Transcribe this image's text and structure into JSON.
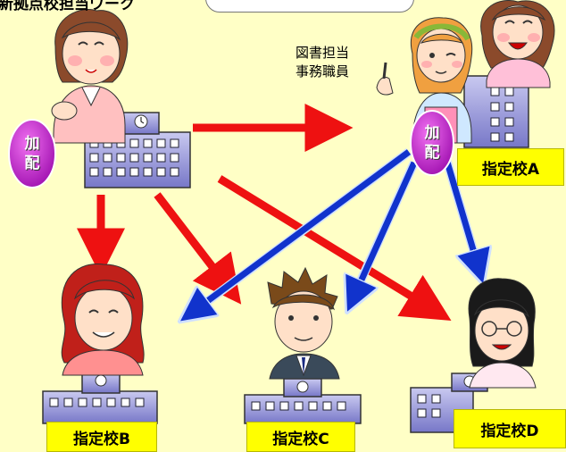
{
  "top_left_caption": "新拠点校担当ワーク",
  "staff_label_line1": "図書担当",
  "staff_label_line2": "事務職員",
  "kahai_left": [
    "加",
    "配"
  ],
  "kahai_right": [
    "加",
    "配"
  ],
  "schools": {
    "a": "指定校A",
    "b": "指定校B",
    "c": "指定校C",
    "d": "指定校D"
  },
  "colors": {
    "background": "#ffffc6",
    "red_arrow": "#ee1111",
    "blue_arrow": "#1133cc",
    "label_fill": "#ffff00",
    "oval_fill": "#cc33cc"
  }
}
